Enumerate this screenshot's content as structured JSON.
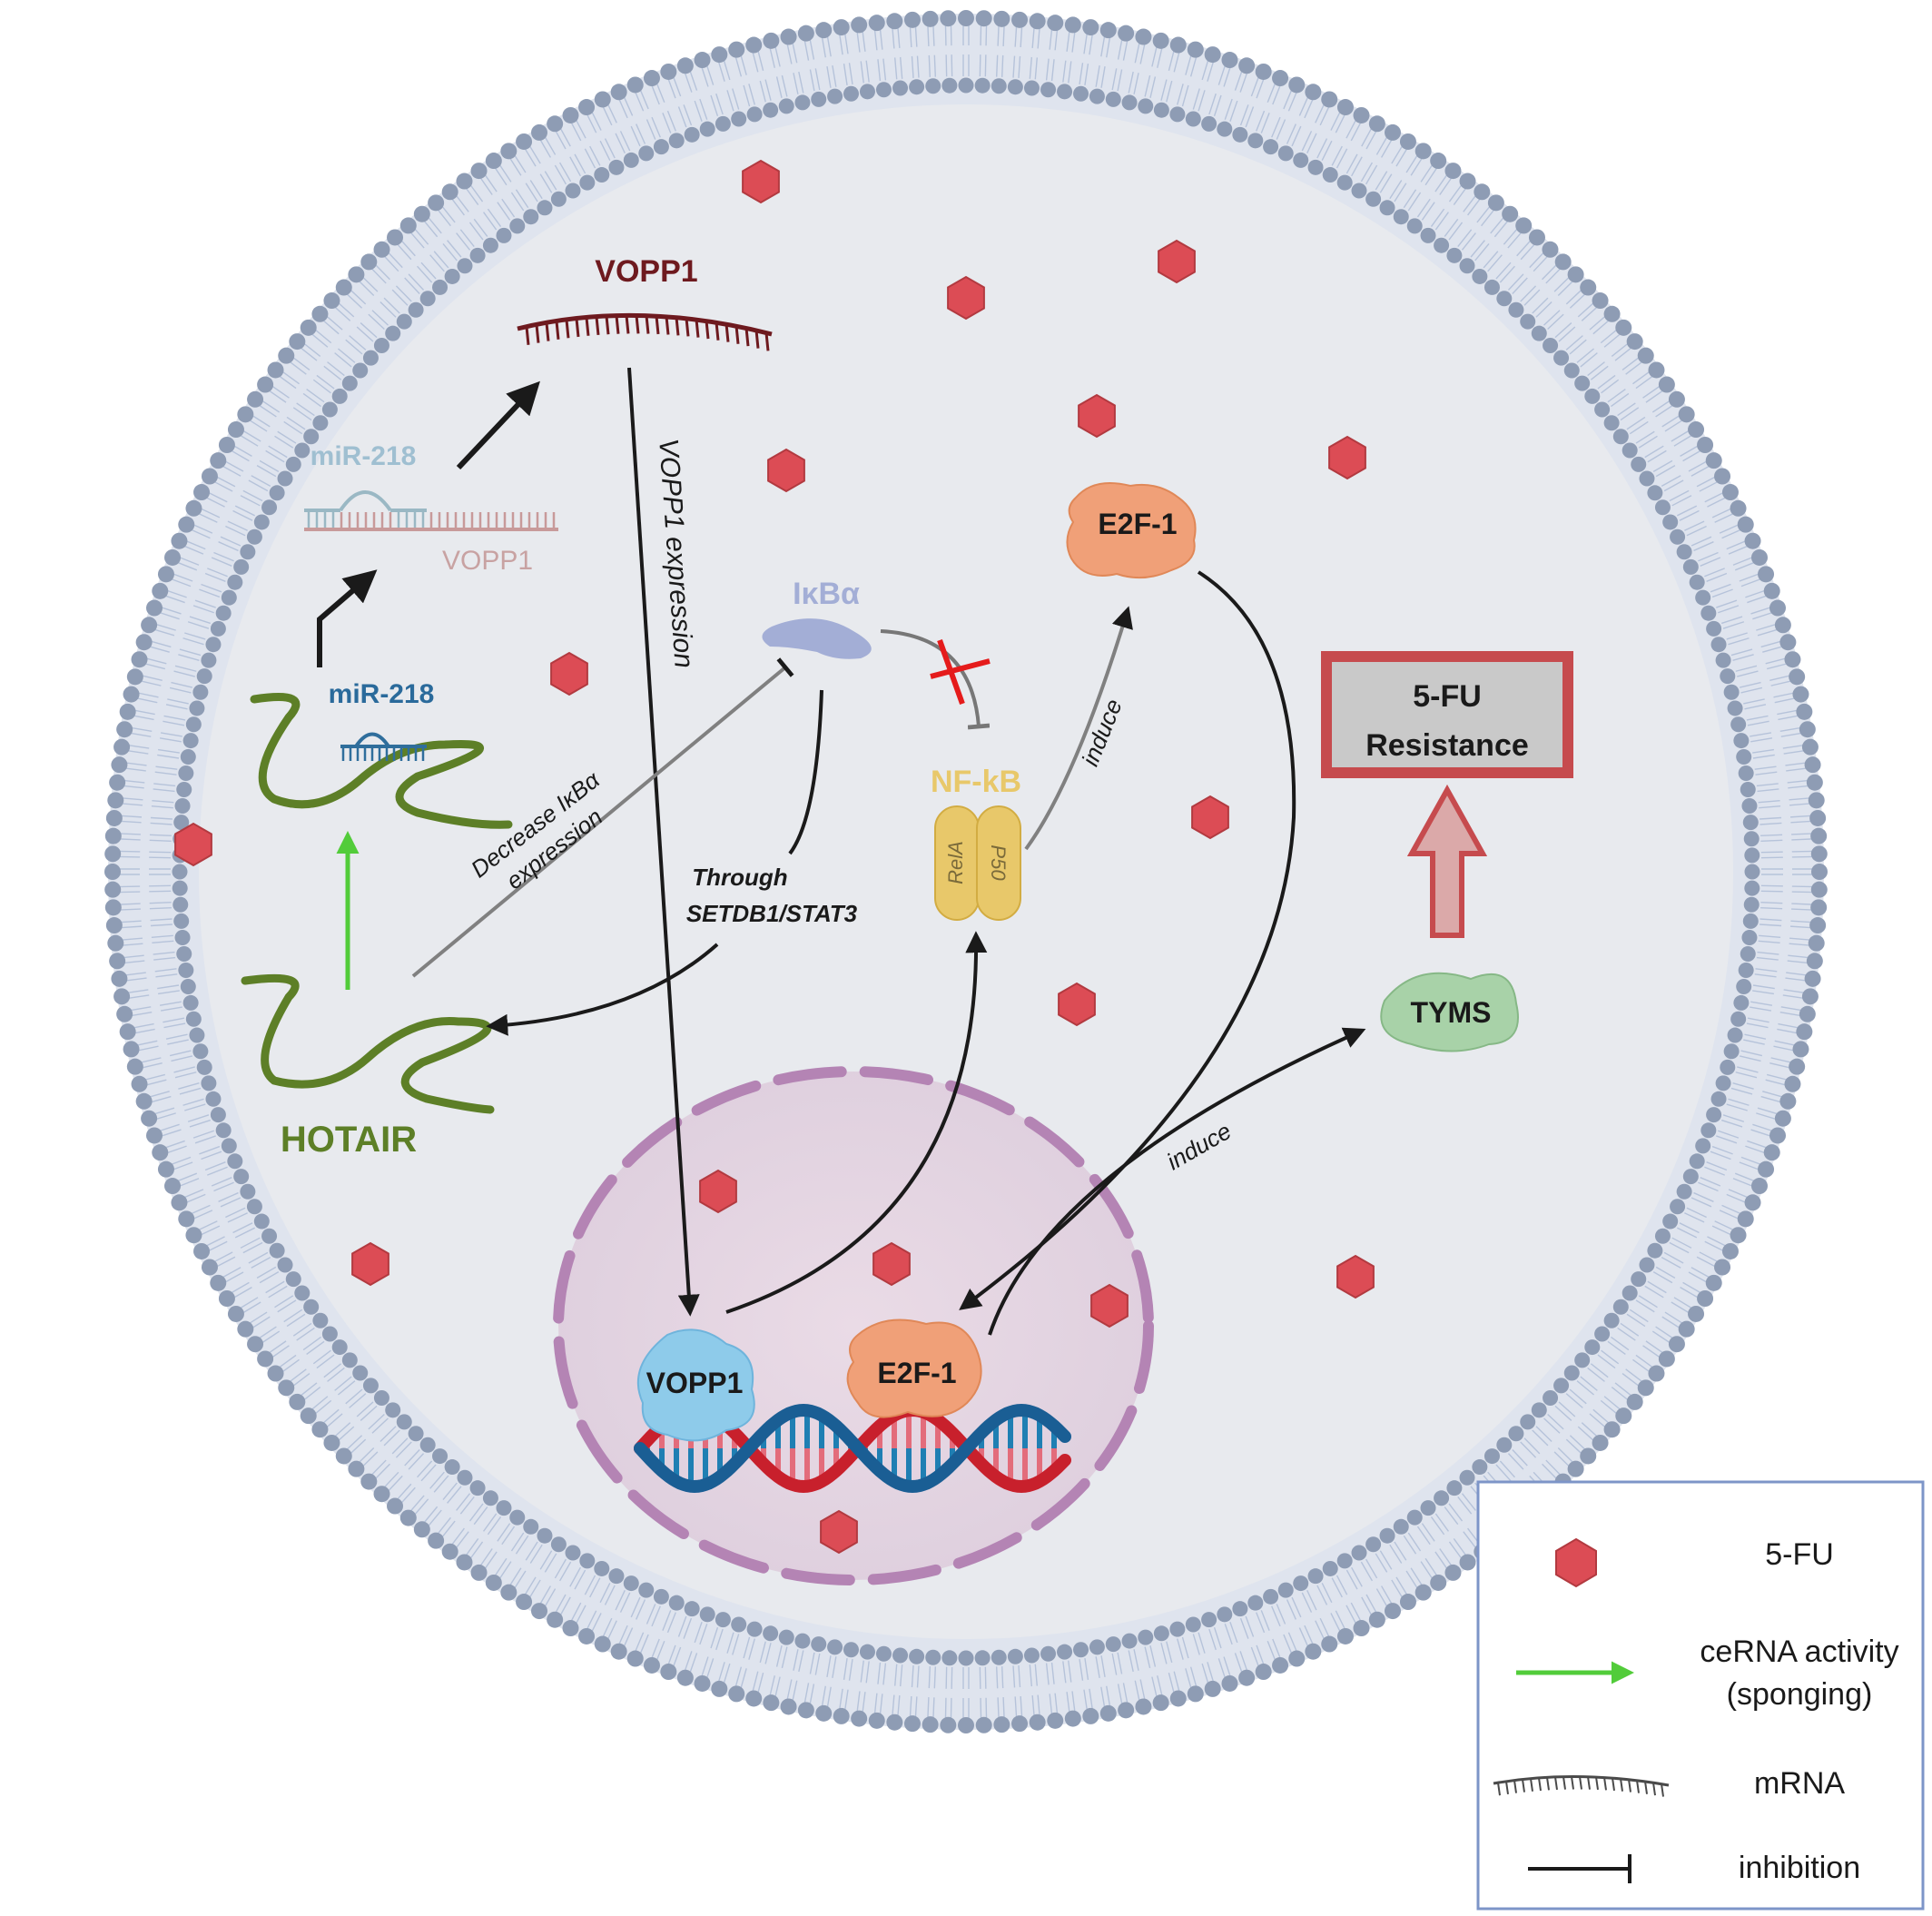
{
  "labels": {
    "vopp1_mrna": "VOPP1",
    "mir218_top": "miR-218",
    "vopp1_target": "VOPP1",
    "mir218_hotair": "miR-218",
    "hotair": "HOTAIR",
    "vopp1_expression": "VOPP1 expression",
    "ikba": "IκBα",
    "nfkb": "NF-kB",
    "rela": "RelA",
    "p50": "P50",
    "e2f1_cyto": "E2F-1",
    "induce_upper": "induce",
    "induce_lower": "induce",
    "decrease_line1": "Decrease IκBα",
    "decrease_line2": "expression",
    "through_line1": "Through",
    "through_line2": "SETDB1/STAT3",
    "resistance_line1": "5-FU",
    "resistance_line2": "Resistance",
    "tyms": "TYMS",
    "vopp1_protein": "VOPP1",
    "e2f1_nucleus": "E2F-1"
  },
  "legend": {
    "fu": "5-FU",
    "cerna_line1": "ceRNA activity",
    "cerna_line2": "(sponging)",
    "mrna": "mRNA",
    "inhibition": "inhibition"
  },
  "colors": {
    "membrane": "#8e9cb4",
    "cytoplasm": "#e8eaee",
    "nucleus": "#e6dbe6",
    "nuclear_envelope": "#b484b4",
    "drug": "#dc4c55",
    "hotair": "#5d7f27",
    "mrna": "#6e1a1f",
    "e2f1": "#f0a078",
    "nfkb": "#e8c86a",
    "tyms": "#a8d2a8",
    "ikba": "#a3aed6",
    "vopp1_protein": "#8ecbea",
    "resistance_border": "#c64b4e",
    "green_arrow": "#52cc3a",
    "legend_border": "#7d95c8"
  },
  "icons": [
    "5-fu-hexagon-icon",
    "mrna-icon",
    "inhibition-icon",
    "arrow-icon",
    "dna-icon"
  ]
}
